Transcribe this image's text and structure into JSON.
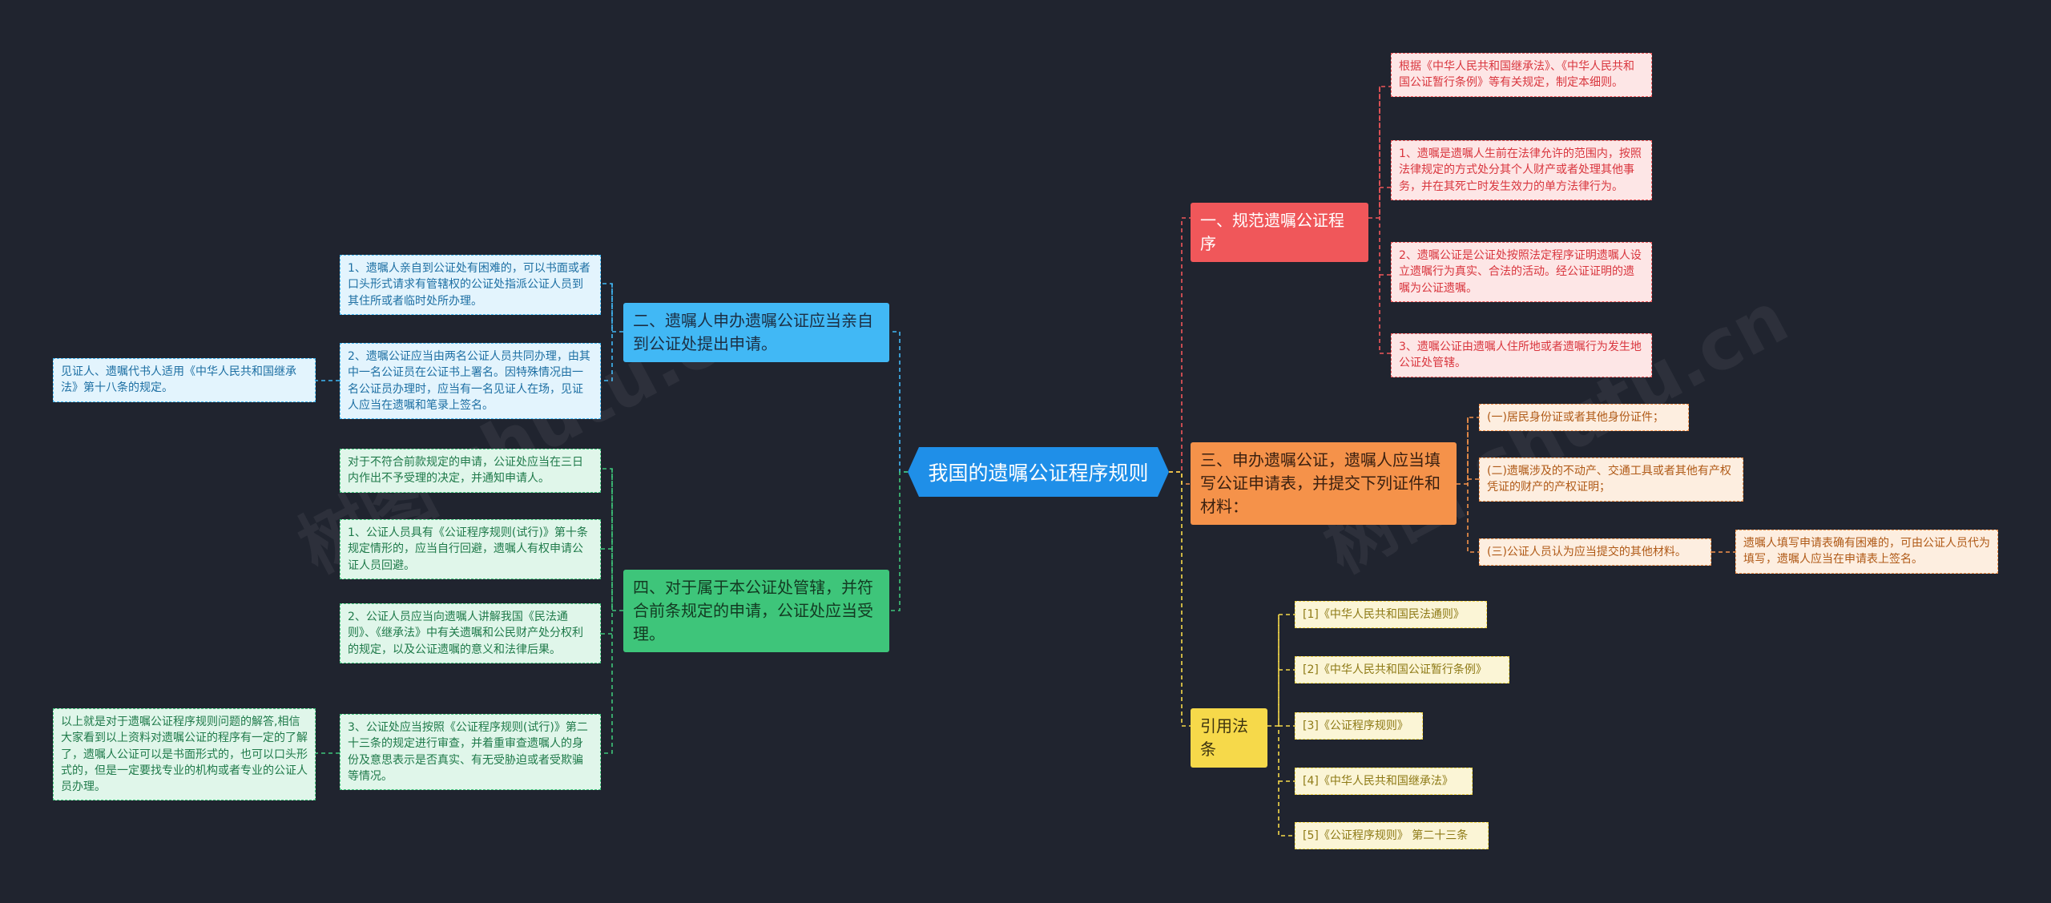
{
  "root": {
    "label": "我国的遗嘱公证程序规则"
  },
  "colors": {
    "background": "#20242f",
    "root": "#1f8fe8",
    "branch1": "#f0575a",
    "branch2": "#41b8f5",
    "branch3": "#f5924a",
    "branch4": "#3ec57a",
    "branch5": "#f6d94a"
  },
  "watermark": {
    "left": "树图 shutu.cn",
    "right": "树图 shutu.cn"
  },
  "branches": {
    "b1": {
      "label": "一、规范遗嘱公证程序",
      "children": [
        "根据《中华人民共和国继承法》、《中华人民共和国公证暂行条例》等有关规定，制定本细则。",
        "1、遗嘱是遗嘱人生前在法律允许的范围内，按照法律规定的方式处分其个人财产或者处理其他事务，并在其死亡时发生效力的单方法律行为。",
        "2、遗嘱公证是公证处按照法定程序证明遗嘱人设立遗嘱行为真实、合法的活动。经公证证明的遗嘱为公证遗嘱。",
        "3、遗嘱公证由遗嘱人住所地或者遗嘱行为发生地公证处管辖。"
      ]
    },
    "b2": {
      "label": "二、遗嘱人申办遗嘱公证应当亲自到公证处提出申请。",
      "children": [
        "1、遗嘱人亲自到公证处有困难的，可以书面或者口头形式请求有管辖权的公证处指派公证人员到其住所或者临时处所办理。",
        "2、遗嘱公证应当由两名公证人员共同办理，由其中一名公证员在公证书上署名。因特殊情况由一名公证员办理时，应当有一名见证人在场，见证人应当在遗嘱和笔录上签名。"
      ],
      "sub": "见证人、遗嘱代书人适用《中华人民共和国继承法》第十八条的规定。"
    },
    "b3": {
      "label": "三、申办遗嘱公证，遗嘱人应当填写公证申请表，并提交下列证件和材料：",
      "children": [
        "(一)居民身份证或者其他身份证件；",
        "(二)遗嘱涉及的不动产、交通工具或者其他有产权凭证的财产的产权证明；",
        "(三)公证人员认为应当提交的其他材料。"
      ],
      "sub": "遗嘱人填写申请表确有困难的，可由公证人员代为填写，遗嘱人应当在申请表上签名。"
    },
    "b4": {
      "label": "四、对于属于本公证处管辖，并符合前条规定的申请，公证处应当受理。",
      "children": [
        "对于不符合前款规定的申请，公证处应当在三日内作出不予受理的决定，并通知申请人。",
        "1、公证人员具有《公证程序规则(试行)》第十条规定情形的，应当自行回避，遗嘱人有权申请公证人员回避。",
        "2、公证人员应当向遗嘱人讲解我国《民法通则》、《继承法》中有关遗嘱和公民财产处分权利的规定，以及公证遗嘱的意义和法律后果。",
        "3、公证处应当按照《公证程序规则(试行)》第二十三条的规定进行审查，并着重审查遗嘱人的身份及意思表示是否真实、有无受胁迫或者受欺骗等情况。"
      ],
      "sub": "以上就是对于遗嘱公证程序规则问题的解答,相信大家看到以上资料对遗嘱公证的程序有一定的了解了，遗嘱人公证可以是书面形式的，也可以口头形式的，但是一定要找专业的机构或者专业的公证人员办理。"
    },
    "b5": {
      "label": "引用法条",
      "children": [
        "[1]《中华人民共和国民法通则》",
        "[2]《中华人民共和国公证暂行条例》",
        "[3]《公证程序规则》",
        "[4]《中华人民共和国继承法》",
        "[5]《公证程序规则》 第二十三条"
      ]
    }
  }
}
